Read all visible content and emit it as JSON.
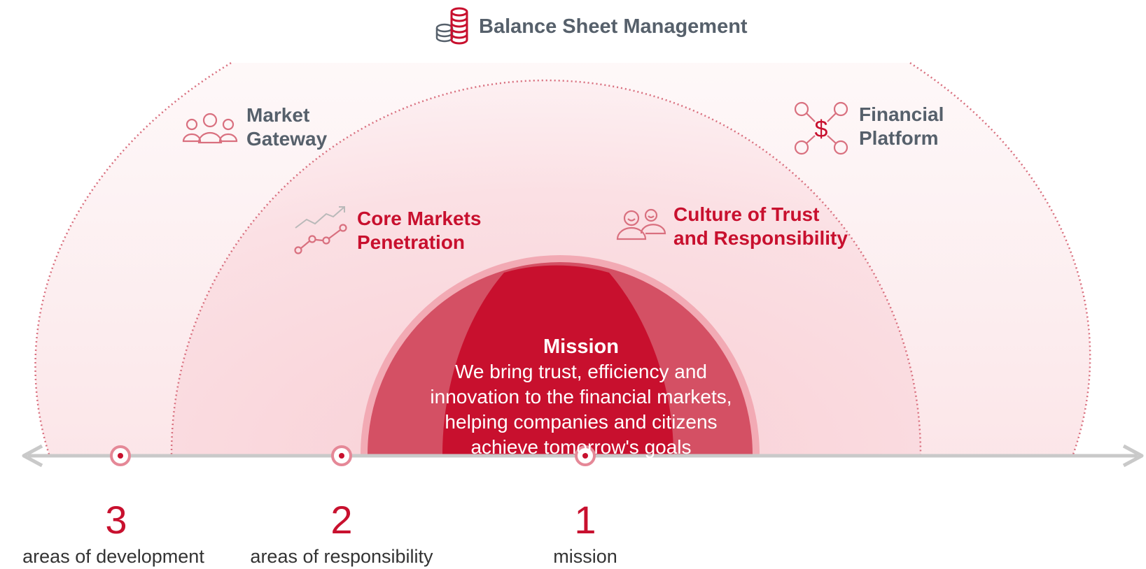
{
  "title": "Balance Sheet Management",
  "labels": {
    "market_gateway": [
      "Market",
      "Gateway"
    ],
    "financial_platform": [
      "Financial",
      "Platform"
    ],
    "core_markets": [
      "Core Markets",
      "Penetration"
    ],
    "culture": [
      "Culture of Trust",
      "and Responsibility"
    ]
  },
  "mission": {
    "title": "Mission",
    "lines": [
      "We bring trust, efficiency and",
      "innovation to the financial markets,",
      "helping companies and citizens",
      "achieve tomorrow's goals"
    ]
  },
  "markers": [
    {
      "number": "3",
      "caption": "areas of development"
    },
    {
      "number": "2",
      "caption": "areas of responsibility"
    },
    {
      "number": "1",
      "caption": "mission"
    }
  ],
  "colors": {
    "accent_red": "#c8102e",
    "label_grey": "#56606b",
    "axis_grey": "#c9c9c9"
  },
  "icons": [
    "coins-stack-icon",
    "people-group-icon",
    "dollar-network-icon",
    "trend-chart-icon",
    "smiling-people-icon",
    "arrow-left-icon",
    "arrow-right-icon"
  ]
}
